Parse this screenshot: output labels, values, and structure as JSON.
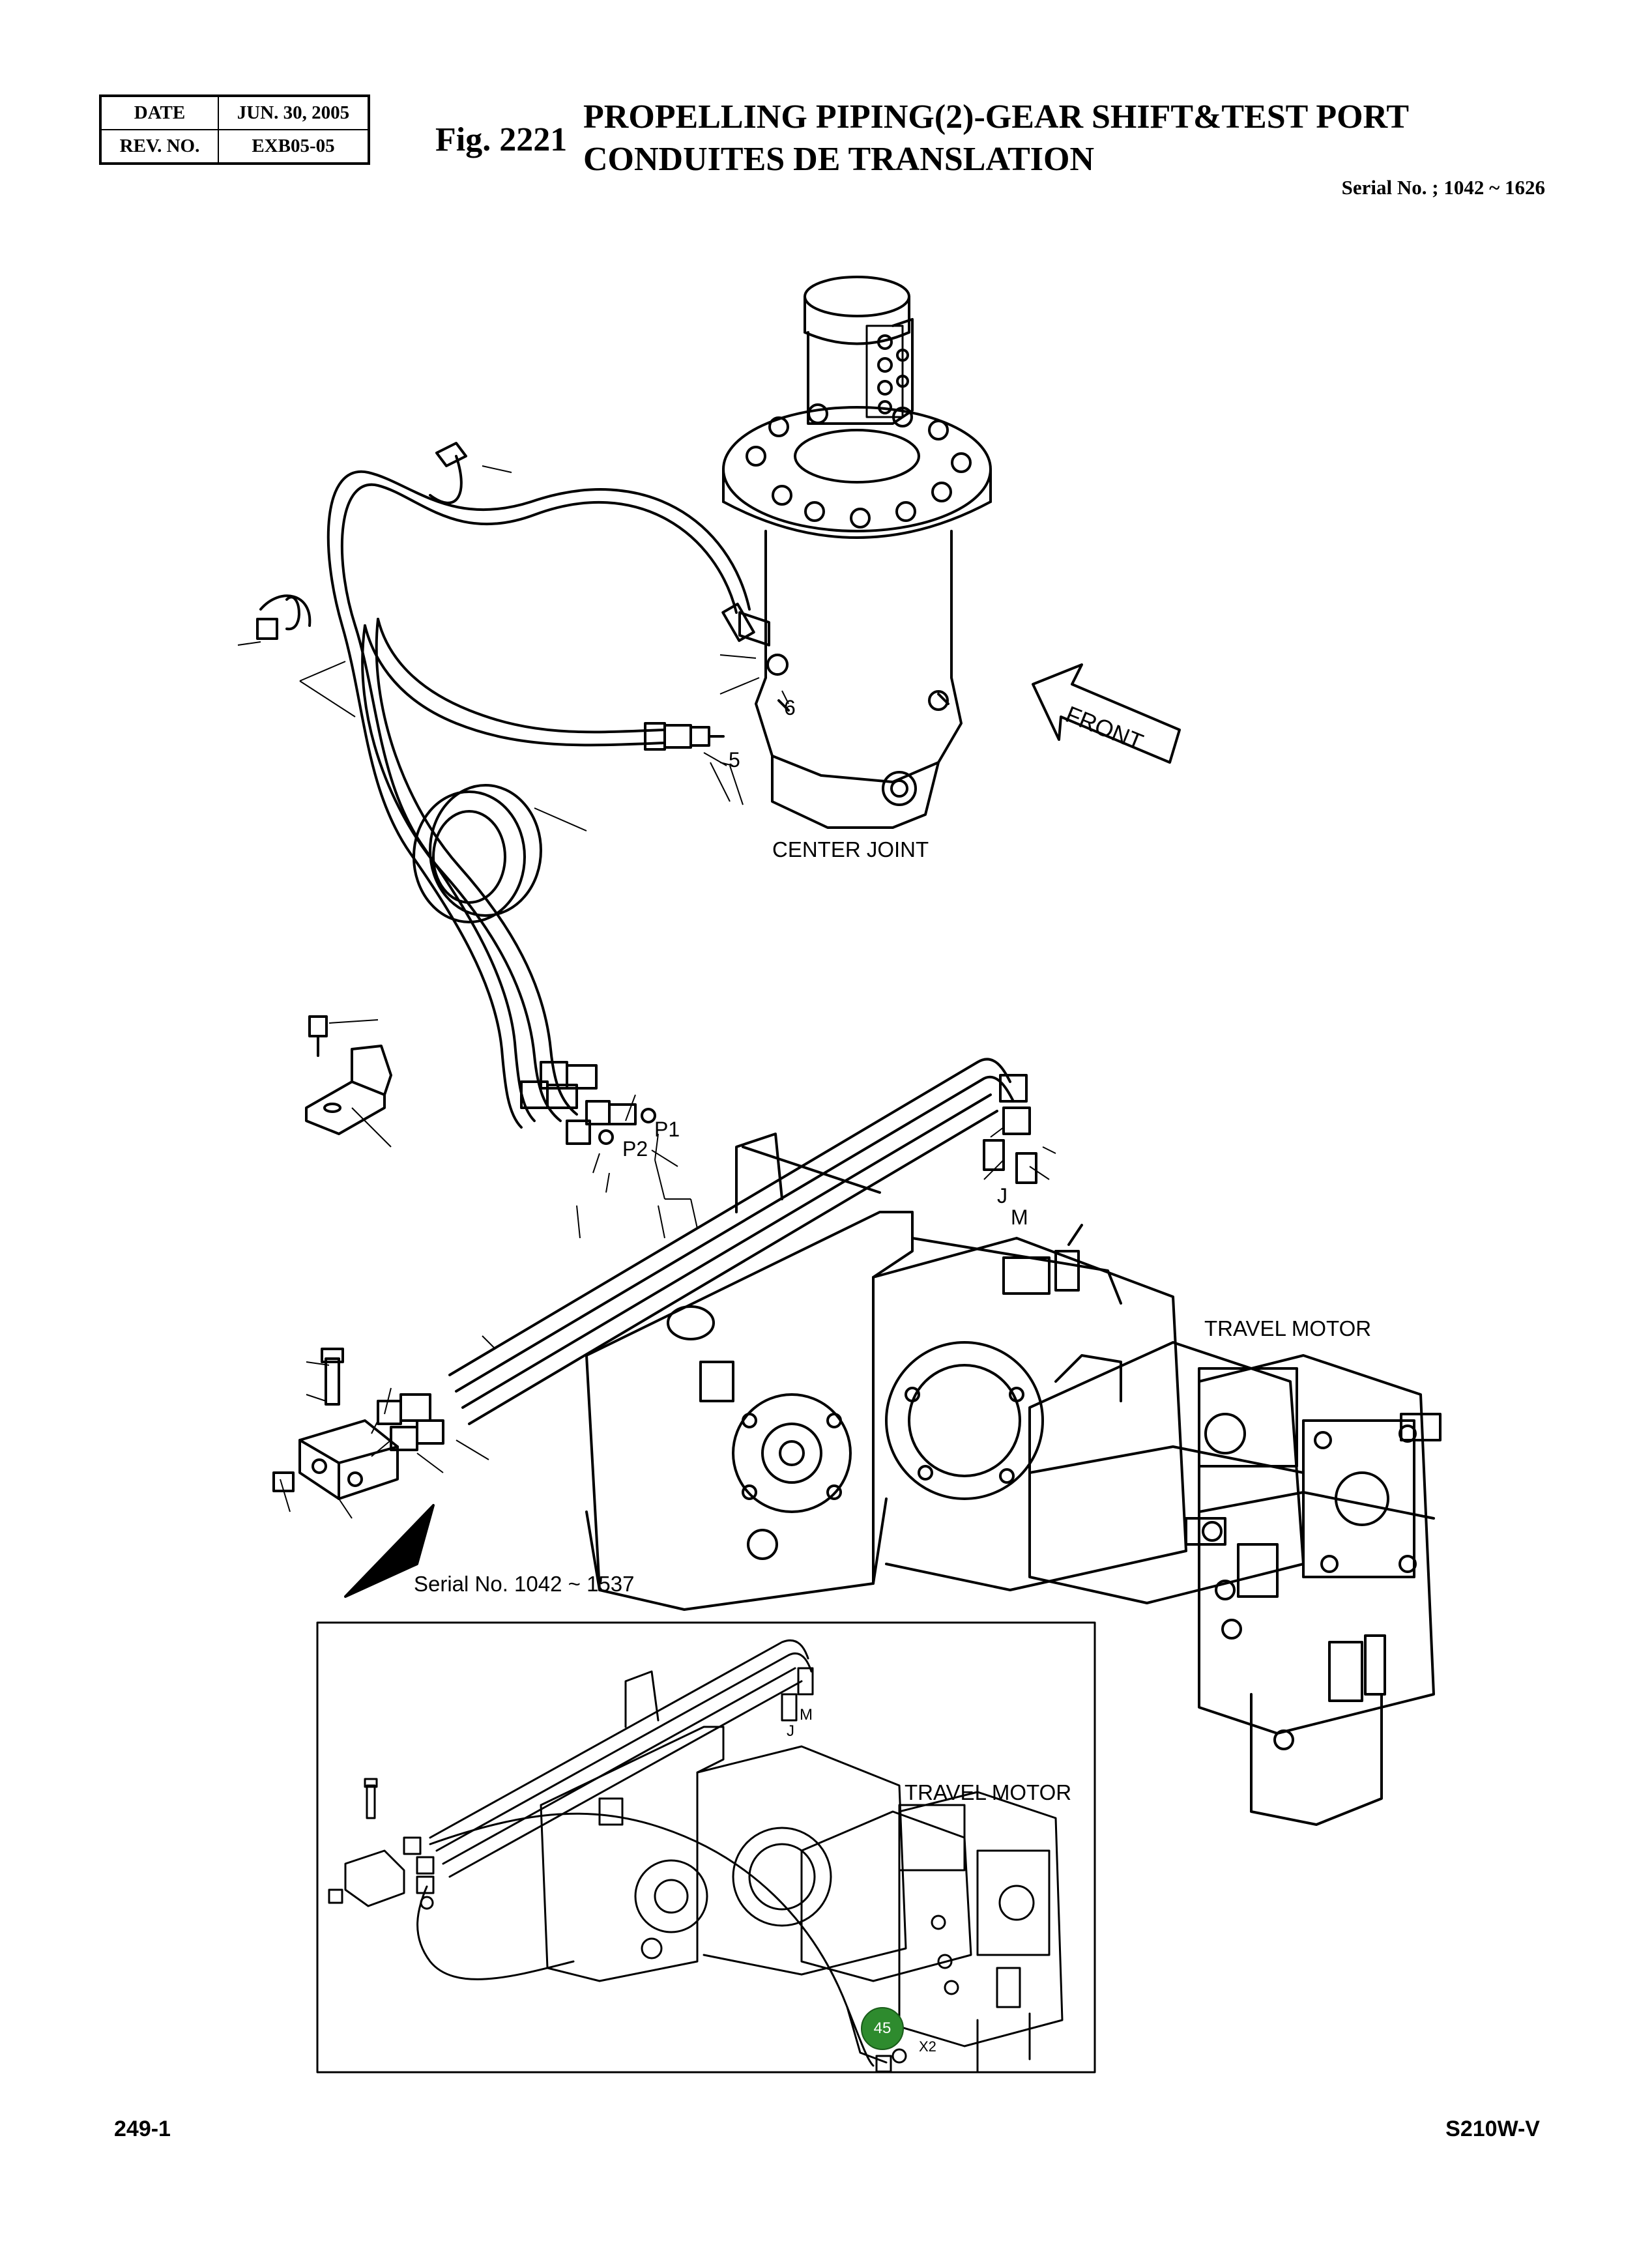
{
  "header": {
    "date_label": "DATE",
    "date_value": "JUN. 30, 2005",
    "rev_label": "REV. NO.",
    "rev_value": "EXB05-05",
    "fig_no": "Fig. 2221",
    "title_line1": "PROPELLING PIPING(2)-GEAR SHIFT&TEST PORT",
    "title_line2": "CONDUITES DE TRANSLATION",
    "serial": "Serial No. ; 1042 ~ 1626"
  },
  "diagram": {
    "center_joint_label": "CENTER JOINT",
    "front_label": "FRONT",
    "travel_motor_label": "TRAVEL MOTOR",
    "inset_serial_label": "Serial No. 1042 ~ 1537",
    "inset_travel_motor_label": "TRAVEL MOTOR",
    "callouts": {
      "c5": "5",
      "c6": "6",
      "p1": "P1",
      "p2": "P2",
      "j": "J",
      "m": "M",
      "inset_j": "J",
      "inset_m": "M",
      "x2": "X2",
      "c45": "45"
    },
    "highlight_color": "#2e8b2e"
  },
  "footer": {
    "page_no": "249-1",
    "model": "S210W-V"
  }
}
